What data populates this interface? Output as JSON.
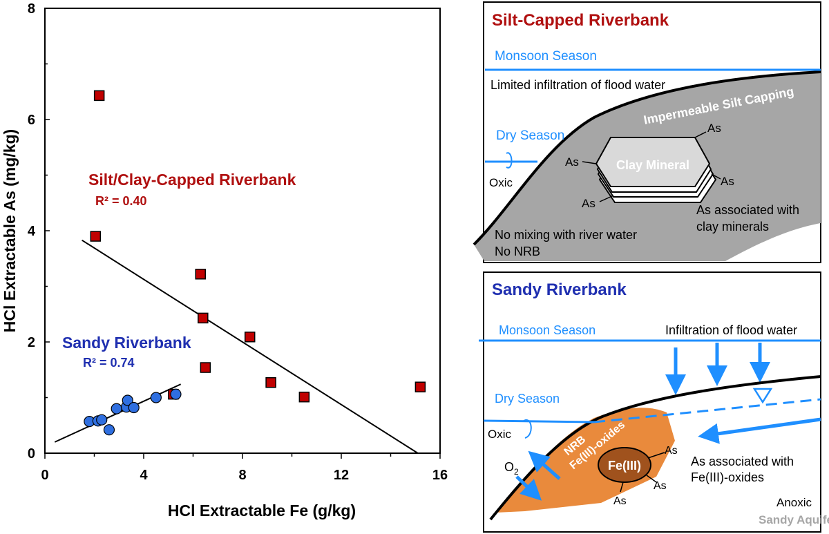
{
  "chart_data": {
    "type": "scatter",
    "title": "",
    "xlabel": "HCl Extractable Fe (g/kg)",
    "ylabel": "HCl Extractable As (mg/kg)",
    "xlim": [
      0,
      16
    ],
    "ylim": [
      0,
      8
    ],
    "x_ticks": [
      "0",
      "4",
      "8",
      "12",
      "16"
    ],
    "y_ticks": [
      "0",
      "2",
      "4",
      "6",
      "8"
    ],
    "grid": false,
    "series": [
      {
        "name": "Silt/Clay-Capped Riverbank",
        "r2_label": "R² = 0.40",
        "color": "#c00000",
        "marker": "square",
        "points": [
          [
            2.2,
            6.43
          ],
          [
            2.05,
            3.9
          ],
          [
            6.3,
            3.22
          ],
          [
            6.4,
            2.43
          ],
          [
            8.3,
            2.09
          ],
          [
            6.5,
            1.54
          ],
          [
            9.15,
            1.27
          ],
          [
            10.5,
            1.01
          ],
          [
            5.2,
            1.06
          ],
          [
            15.2,
            1.19
          ]
        ],
        "trend": [
          [
            1.5,
            3.83
          ],
          [
            15.1,
            0.0
          ]
        ]
      },
      {
        "name": "Sandy Riverbank",
        "r2_label": "R² = 0.74",
        "color": "#2f6fe0",
        "marker": "circle",
        "points": [
          [
            1.8,
            0.57
          ],
          [
            2.15,
            0.58
          ],
          [
            2.3,
            0.6
          ],
          [
            2.6,
            0.42
          ],
          [
            2.9,
            0.8
          ],
          [
            3.3,
            0.83
          ],
          [
            3.35,
            0.95
          ],
          [
            3.6,
            0.82
          ],
          [
            4.5,
            1.0
          ],
          [
            5.3,
            1.06
          ]
        ],
        "trend": [
          [
            0.4,
            0.2
          ],
          [
            5.5,
            1.24
          ]
        ]
      }
    ]
  },
  "diagram": {
    "silt_panel": {
      "title": "Silt-Capped Riverbank",
      "monsoon": "Monsoon Season",
      "limited_infiltration": "Limited infiltration of flood water",
      "silt_cap": "Impermeable Silt Capping",
      "dry_season": "Dry Season",
      "oxic": "Oxic",
      "clay_mineral": "Clay Mineral",
      "as_label": "As",
      "as_clay_1": "As associated with",
      "as_clay_2": "clay minerals",
      "no_mixing": "No mixing with river water",
      "no_nrb": "No NRB"
    },
    "sandy_panel": {
      "title": "Sandy Riverbank",
      "monsoon": "Monsoon Season",
      "infiltration": "Infiltration of flood water",
      "dry_season": "Dry Season",
      "oxic": "Oxic",
      "nrb": "NRB",
      "fe_oxides": "Fe(III)-oxides",
      "fe3": "Fe(III)",
      "as_label": "As",
      "o2": "O",
      "o2_sub": "2",
      "as_fe_1": "As associated with",
      "as_fe_2": "Fe(III)-oxides",
      "anoxic": "Anoxic",
      "sandy_aquifer": "Sandy Aquifer"
    },
    "colors": {
      "silt_red": "#b01010",
      "sandy_blue": "#1f2fb0",
      "water_blue": "#1f8fff",
      "silt_gray": "#a6a6a6",
      "iron_orange": "#e98a3c",
      "fe_core": "#a0521d"
    }
  }
}
